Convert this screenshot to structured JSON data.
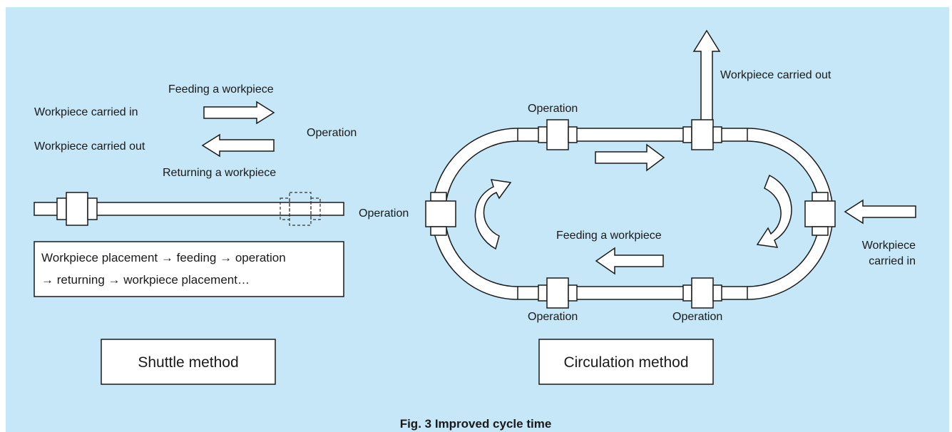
{
  "shuttle": {
    "feeding_label": "Feeding a workpiece",
    "carried_in_label": "Workpiece carried in",
    "carried_out_label": "Workpiece carried out",
    "operation_label": "Operation",
    "returning_label": "Returning a workpiece",
    "process_line1": "Workpiece placement → feeding → operation",
    "process_line2": "→ returning → workpiece placement…",
    "method_label": "Shuttle method"
  },
  "circulation": {
    "carried_out_label": "Workpiece carried out",
    "operation_top_label": "Operation",
    "operation_left_label": "Operation",
    "feeding_label": "Feeding a workpiece",
    "carried_in_line1": "Workpiece",
    "carried_in_line2": "carried in",
    "operation_bottom_left_label": "Operation",
    "operation_bottom_right_label": "Operation",
    "method_label": "Circulation method"
  },
  "caption": "Fig. 3 Improved cycle time",
  "colors": {
    "panel_background": "#c5e7f7",
    "stroke": "#1a1a1a",
    "fill": "#ffffff"
  }
}
